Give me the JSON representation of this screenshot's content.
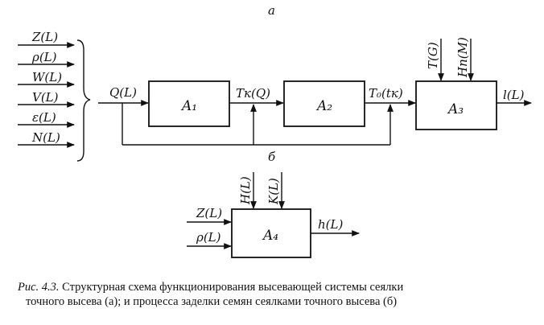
{
  "diagram_a": {
    "label": "а",
    "inputs": [
      "Z(L)",
      "ρ(L)",
      "W(L)",
      "V(L)",
      "ε(L)",
      "N(L)"
    ],
    "main_input": "Q(L)",
    "blocks": [
      "A₁",
      "A₂",
      "A₃"
    ],
    "signal_1": "Tк(Q)",
    "signal_2": "T₀(tк)",
    "top_inputs": [
      "T(G)",
      "Hп(M)"
    ],
    "output": "l(L)"
  },
  "diagram_b": {
    "label": "б",
    "block": "A₄",
    "inputs": [
      "Z(L)",
      "ρ(L)"
    ],
    "top_inputs": [
      "H(L)",
      "K(L)"
    ],
    "output": "h(L)"
  },
  "caption": {
    "prefix": "Рис. 4.3.",
    "line1": "Структурная схема функционирования высевающей системы сеялки",
    "line2": "точного высева (а); и процесса заделки семян сеялками точного высева (б)"
  }
}
